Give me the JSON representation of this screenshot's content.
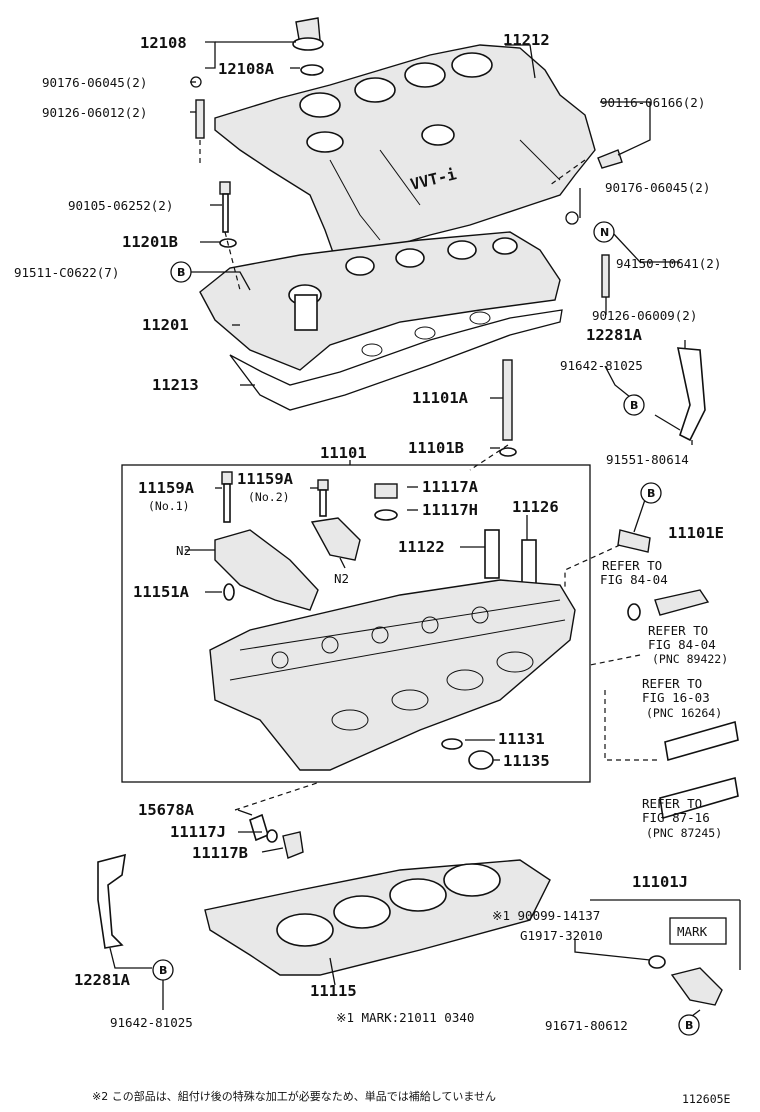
{
  "labels": {
    "p12108": "12108",
    "p12108A": "12108A",
    "p90176_06045_a": "90176-06045(2)",
    "p90126_06012": "90126-06012(2)",
    "p11212": "11212",
    "p90116_06166": "90116-06166(2)",
    "p90176_06045_b": "90176-06045(2)",
    "p90105_06252": "90105-06252(2)",
    "p11201B": "11201B",
    "p91511_C0622": "91511-C0622(7)",
    "p94150_10641": "94150-10641(2)",
    "p90126_06009": "90126-06009(2)",
    "p11201": "11201",
    "p12281A_top": "12281A",
    "p91642_81025_top": "91642-81025",
    "p11213": "11213",
    "p11101A": "11101A",
    "p11101B": "11101B",
    "p11101": "11101",
    "p91551_80614": "91551-80614",
    "p11159A_1": "11159A",
    "p11159A_2": "11159A",
    "no1": "(No.1)",
    "no2": "(No.2)",
    "p11117A": "11117A",
    "p11117H": "11117H",
    "p11126": "11126",
    "p11122": "11122",
    "p11101E": "11101E",
    "n2_a": "N2",
    "n2_b": "N2",
    "p11151A": "11151A",
    "refer1_a": "REFER TO",
    "refer1_b": "FIG 84-04",
    "refer2_a": "REFER TO",
    "refer2_b": "FIG 84-04",
    "refer2_c": "(PNC 89422)",
    "refer3_a": "REFER TO",
    "refer3_b": "FIG 16-03",
    "refer3_c": "(PNC 16264)",
    "p11131": "11131",
    "p11135": "11135",
    "refer4_a": "REFER TO",
    "refer4_b": "FIG 87-16",
    "refer4_c": "(PNC 87245)",
    "p15678A": "15678A",
    "p11117J": "11117J",
    "p11117B": "11117B",
    "p11101J": "11101J",
    "p90099_14137": "※1 90099-14137",
    "pG1917_32010": "G1917-32010",
    "mark": "MARK",
    "p12281A_bot": "12281A",
    "p11115": "11115",
    "p91642_81025_bot": "91642-81025",
    "mark_note": "※1 MARK:21011 0340",
    "p91671_80612": "91671-80612",
    "vvti": "VVT-i",
    "footnote": "※2 この部品は、組付け後の特殊な加工が必要なため、単品では補給していません",
    "fig_code": "112605E",
    "circle_b": "B",
    "circle_n": "N"
  }
}
